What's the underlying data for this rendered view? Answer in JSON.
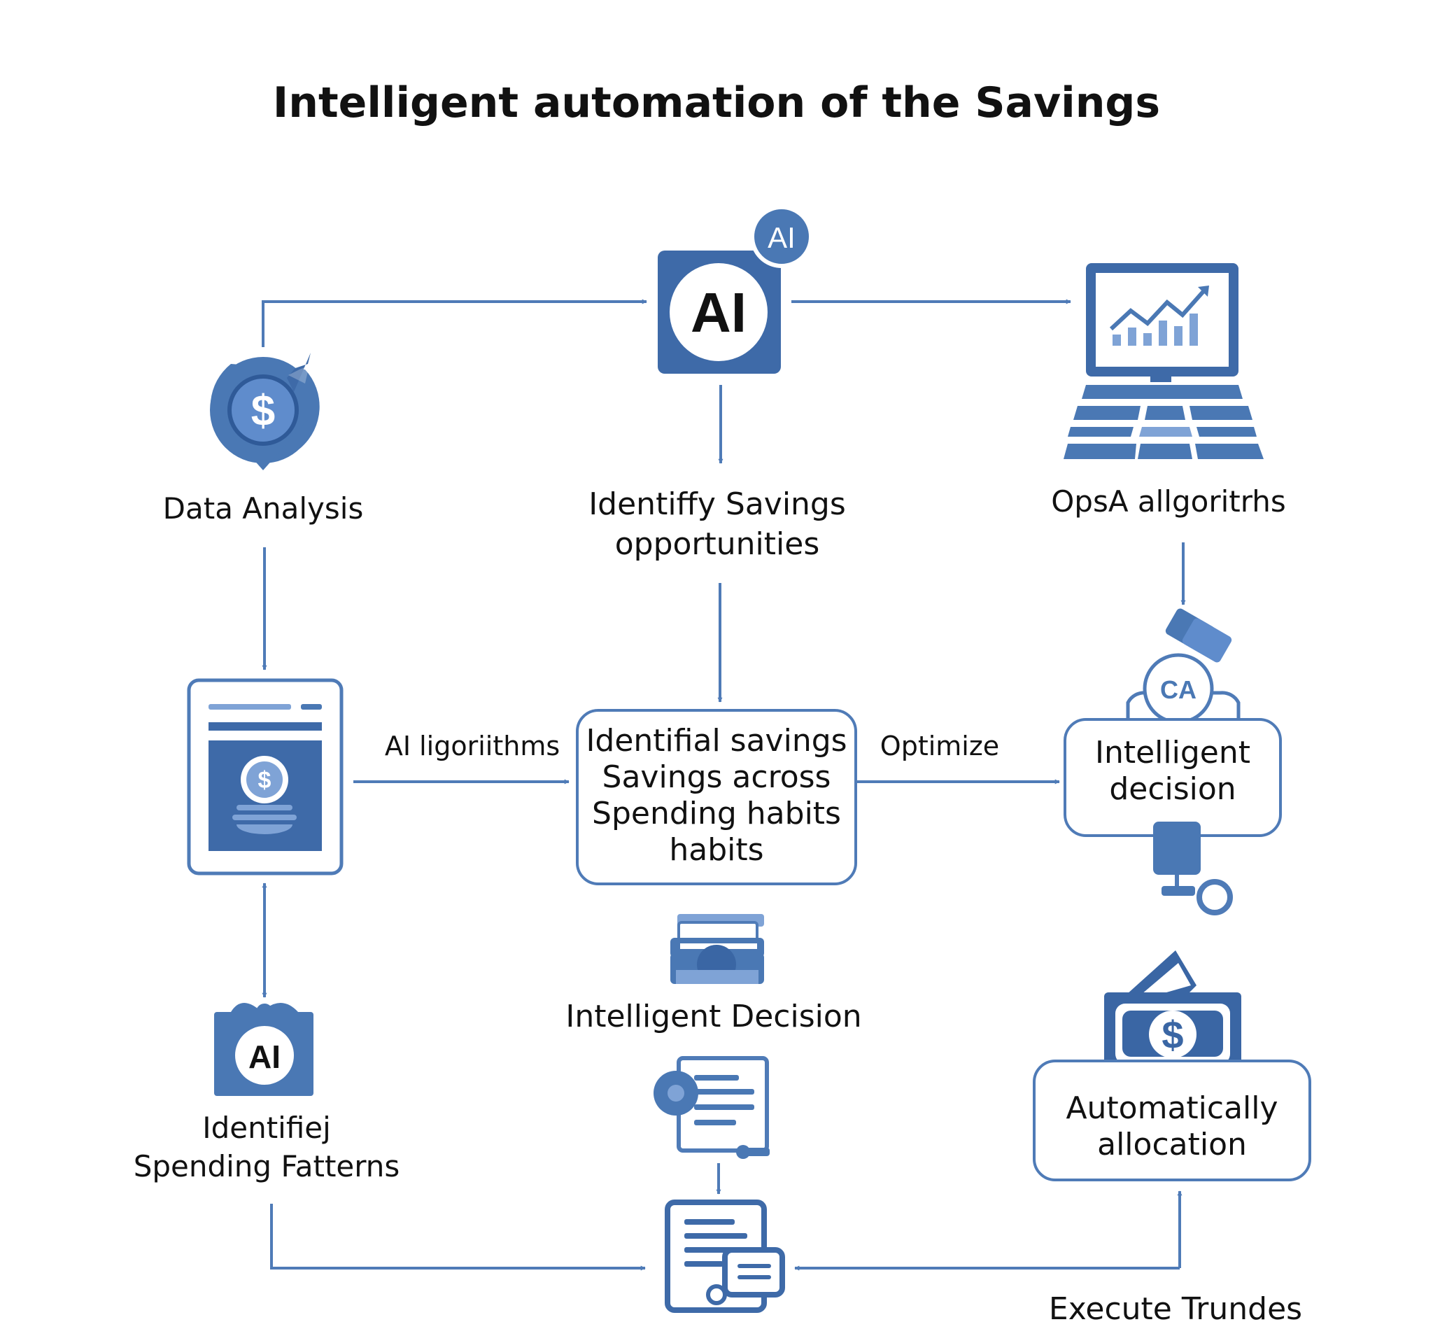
{
  "title": "Intelligent automation of the Savings",
  "colors": {
    "primary": "#4a78b4",
    "dark": "#3a66a4",
    "light": "#7fa3d6",
    "line": "#4f7bb7",
    "text": "#111111"
  },
  "nodes": {
    "ai_hub": {
      "icon": "ai-chip-icon",
      "icon_text": "AI",
      "badge_text": "AI"
    },
    "data_analysis": {
      "icon": "dollar-cycle-icon",
      "icon_text": "$",
      "label": "Data Analysis"
    },
    "identify_opportunities": {
      "label": "Identiffy Savings\nopportunities"
    },
    "algorithms": {
      "icon": "laptop-chart-icon",
      "label": "OpsA allgoritrhs"
    },
    "tablet": {
      "icon": "tablet-dollar-icon",
      "icon_text": "$"
    },
    "center_box": {
      "text": "Identifial savings\nSavings across\nSpending habits\nhabits"
    },
    "decision_box": {
      "icon": "robot-ca-icon",
      "icon_text": "CA",
      "text": "Intelligent\ndecision"
    },
    "spending_patterns": {
      "icon": "ai-gift-icon",
      "icon_text": "AI",
      "label": "Identifiej\nSpending Fatterns"
    },
    "intelligent_decision": {
      "icon": "printer-icon",
      "label": "Intelligent Decision"
    },
    "document_flow": {
      "icon": "document-flow-icon"
    },
    "report": {
      "icon": "report-document-icon"
    },
    "allocation_box": {
      "icon": "money-bill-icon",
      "icon_text": "$",
      "text": "Automatically\nallocation"
    }
  },
  "edges": {
    "ai_algorithms": "AI ligoriithms",
    "optimize": "Optimize",
    "execute": "Execute Trundes"
  }
}
